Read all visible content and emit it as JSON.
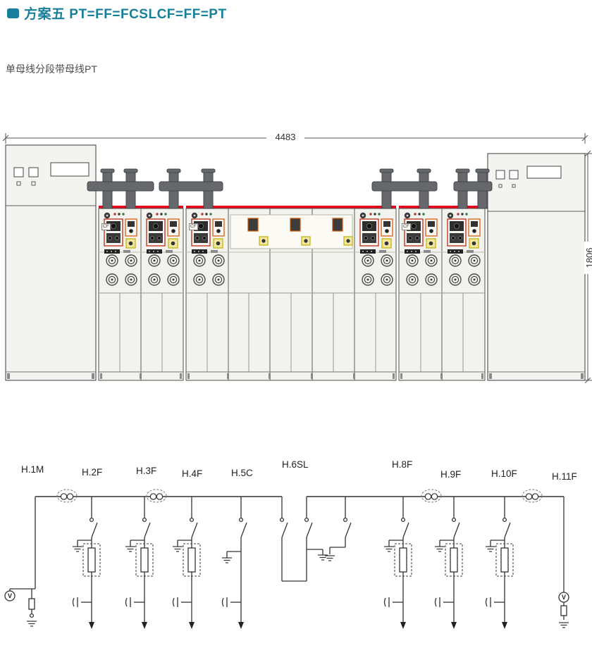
{
  "header": {
    "title": "方案五 PT=FF=FCSLCF=FF=PT",
    "subtitle": "单母线分段带母线PT",
    "accent_color": "#177E9B"
  },
  "elevation": {
    "width_dim": "4483",
    "height_dim": "1806",
    "panel_tag": "CF",
    "busbar_color": "#66686B",
    "top_line_color": "#E8001C"
  },
  "schematic": {
    "vt_label": "V",
    "feeders": [
      {
        "label": "H.1M"
      },
      {
        "label": "H.2F"
      },
      {
        "label": "H.3F"
      },
      {
        "label": "H.4F"
      },
      {
        "label": "H.5C"
      },
      {
        "label": "H.6SL"
      },
      {
        "label": "H.8F"
      },
      {
        "label": "H.9F"
      },
      {
        "label": "H.10F"
      },
      {
        "label": "H.11F"
      }
    ]
  }
}
